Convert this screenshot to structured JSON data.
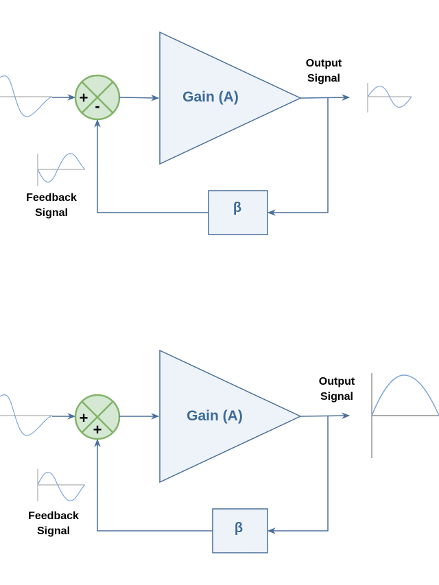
{
  "colors": {
    "line": "#4a6f9a",
    "block_fill": "#eef3fa",
    "block_stroke": "#4a6f9a",
    "block_text": "#3d6b99",
    "summer_fill": "#d5e8d4",
    "summer_stroke": "#82b366",
    "wave": "#7ea6d8",
    "axis": "#999999"
  },
  "diagrams": [
    {
      "gain_label": "Gain (A)",
      "feedback_block_label": "β",
      "output_label_line1": "Output",
      "output_label_line2": "Signal",
      "feedback_label_line1": "Feedback",
      "feedback_label_line2": "Signal",
      "summer_top_sign": "+",
      "summer_bottom_sign": "-"
    },
    {
      "gain_label": "Gain (A)",
      "feedback_block_label": "β",
      "output_label_line1": "Output",
      "output_label_line2": "Signal",
      "feedback_label_line1": "Feedback",
      "feedback_label_line2": "Signal",
      "summer_top_sign": "+",
      "summer_bottom_sign": "+"
    }
  ]
}
